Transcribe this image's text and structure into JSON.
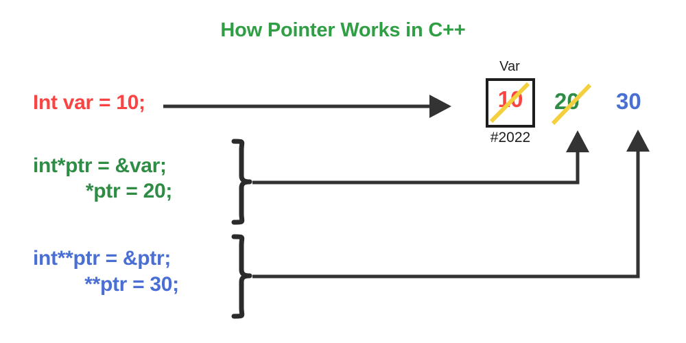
{
  "title": "How Pointer Works in C++",
  "statements": {
    "declaration": "Int var = 10;",
    "pointer_decl": "int*ptr = &var;",
    "pointer_assign": "*ptr = 20;",
    "double_pointer_decl": "int**ptr = &ptr;",
    "double_pointer_assign": "**ptr = 30;"
  },
  "memory": {
    "var_label": "Var",
    "initial_value": "10",
    "address": "#2022"
  },
  "updated_values": {
    "via_pointer": "20",
    "via_double_pointer": "30"
  },
  "colors": {
    "title_green": "#2f9e44",
    "red": "#fa4343",
    "green": "#2f8c45",
    "blue": "#4a6fd4",
    "yellow_strike": "#f4cf3e",
    "ink": "#333333",
    "box_border": "#1d1d1d",
    "background": "#ffffff"
  },
  "annotations": {
    "arrow_declaration_to_memory": "arrow-right",
    "arrow_pointer_to_value20": "elbow-arrow-up",
    "arrow_double_pointer_to_value30": "elbow-arrow-up",
    "brace_pointer_block": "curly-brace-right",
    "brace_double_pointer_block": "curly-brace-right",
    "strike_initial_value": "diagonal-strike",
    "strike_value20": "diagonal-strike"
  }
}
